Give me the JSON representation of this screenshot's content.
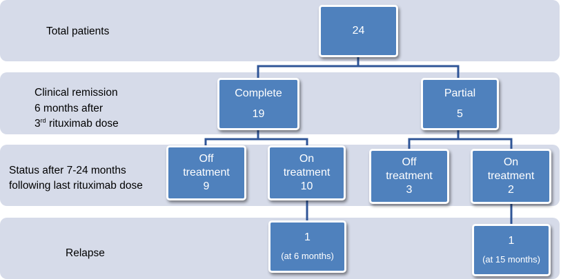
{
  "rows": {
    "total": {
      "label": "Total patients"
    },
    "remission": {
      "line1": "Clinical remission",
      "line2": "6 months after",
      "line3_num": "3",
      "line3_sup": "rd",
      "line3_rest": " rituximab dose"
    },
    "status": {
      "line1": "Status after 7-24 months",
      "line2": "following last rituximab dose"
    },
    "relapse": {
      "label": "Relapse"
    }
  },
  "nodes": {
    "total": {
      "value": "24"
    },
    "complete": {
      "label": "Complete",
      "value": "19"
    },
    "partial": {
      "label": "Partial",
      "value": "5"
    },
    "complete_off": {
      "line1": "Off",
      "line2": "treatment",
      "value": "9"
    },
    "complete_on": {
      "line1": "On",
      "line2": "treatment",
      "value": "10"
    },
    "partial_off": {
      "line1": "Off",
      "line2": "treatment",
      "value": "3"
    },
    "partial_on": {
      "line1": "On",
      "line2": "treatment",
      "value": "2"
    },
    "relapse_complete": {
      "value": "1",
      "note": "(at 6 months)"
    },
    "relapse_partial": {
      "value": "1",
      "note": "(at 15 months)"
    }
  },
  "colors": {
    "band": "#d6dbe9",
    "node_fill": "#4f81bd",
    "node_border": "#ffffff",
    "connector": "#2f5597"
  }
}
